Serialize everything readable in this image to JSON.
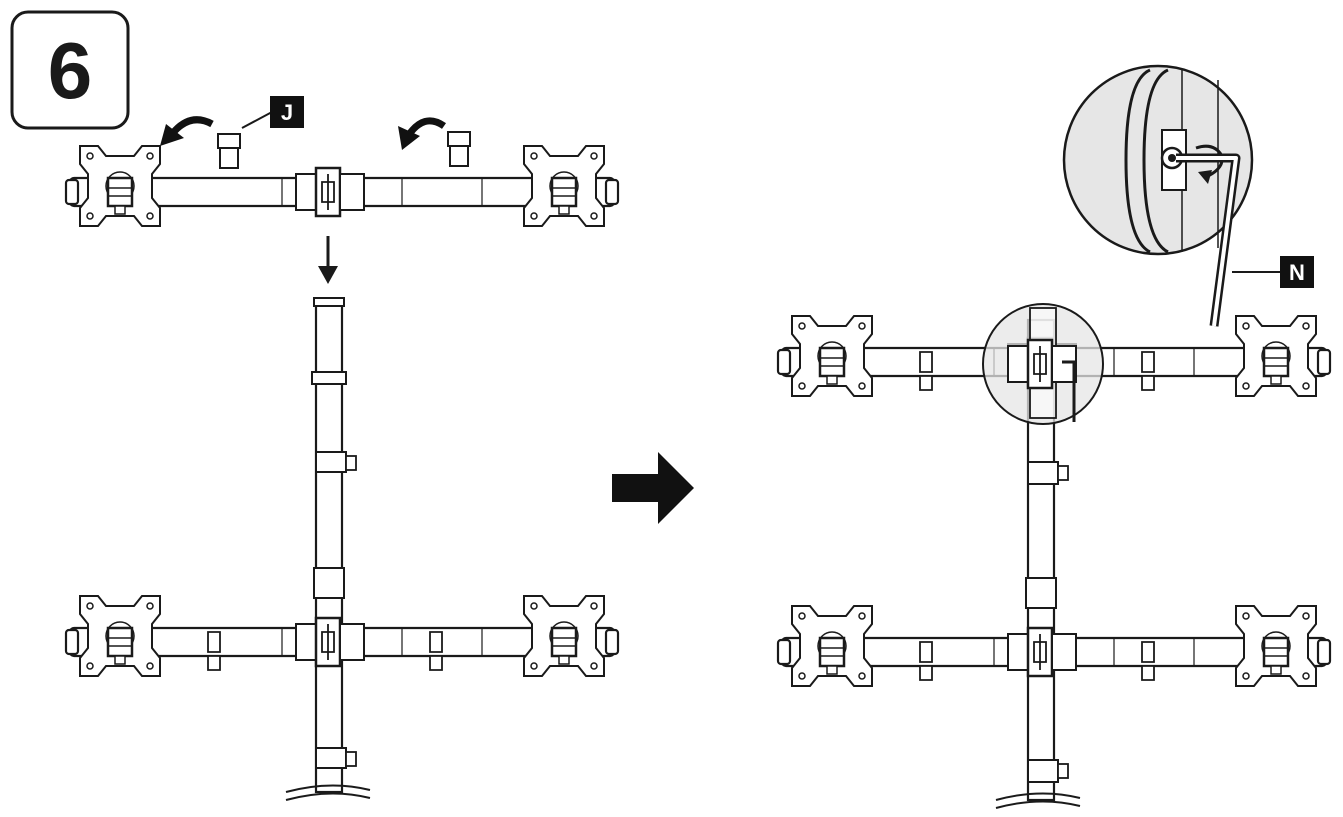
{
  "step": {
    "number": "6"
  },
  "labels": {
    "nut_part": "J",
    "hex_key_part": "N"
  },
  "colors": {
    "line": "#1a1a1a",
    "label_bg": "#111111",
    "label_text": "#ffffff",
    "zoom_fill": "#e6e6e6",
    "arrow": "#111111"
  },
  "icons": {
    "step_badge": "rounded-square-badge",
    "transition": "right-arrow-icon",
    "insert": "down-arrow-icon",
    "rotate": "curved-arrow-icon",
    "tool": "hex-key-icon"
  }
}
